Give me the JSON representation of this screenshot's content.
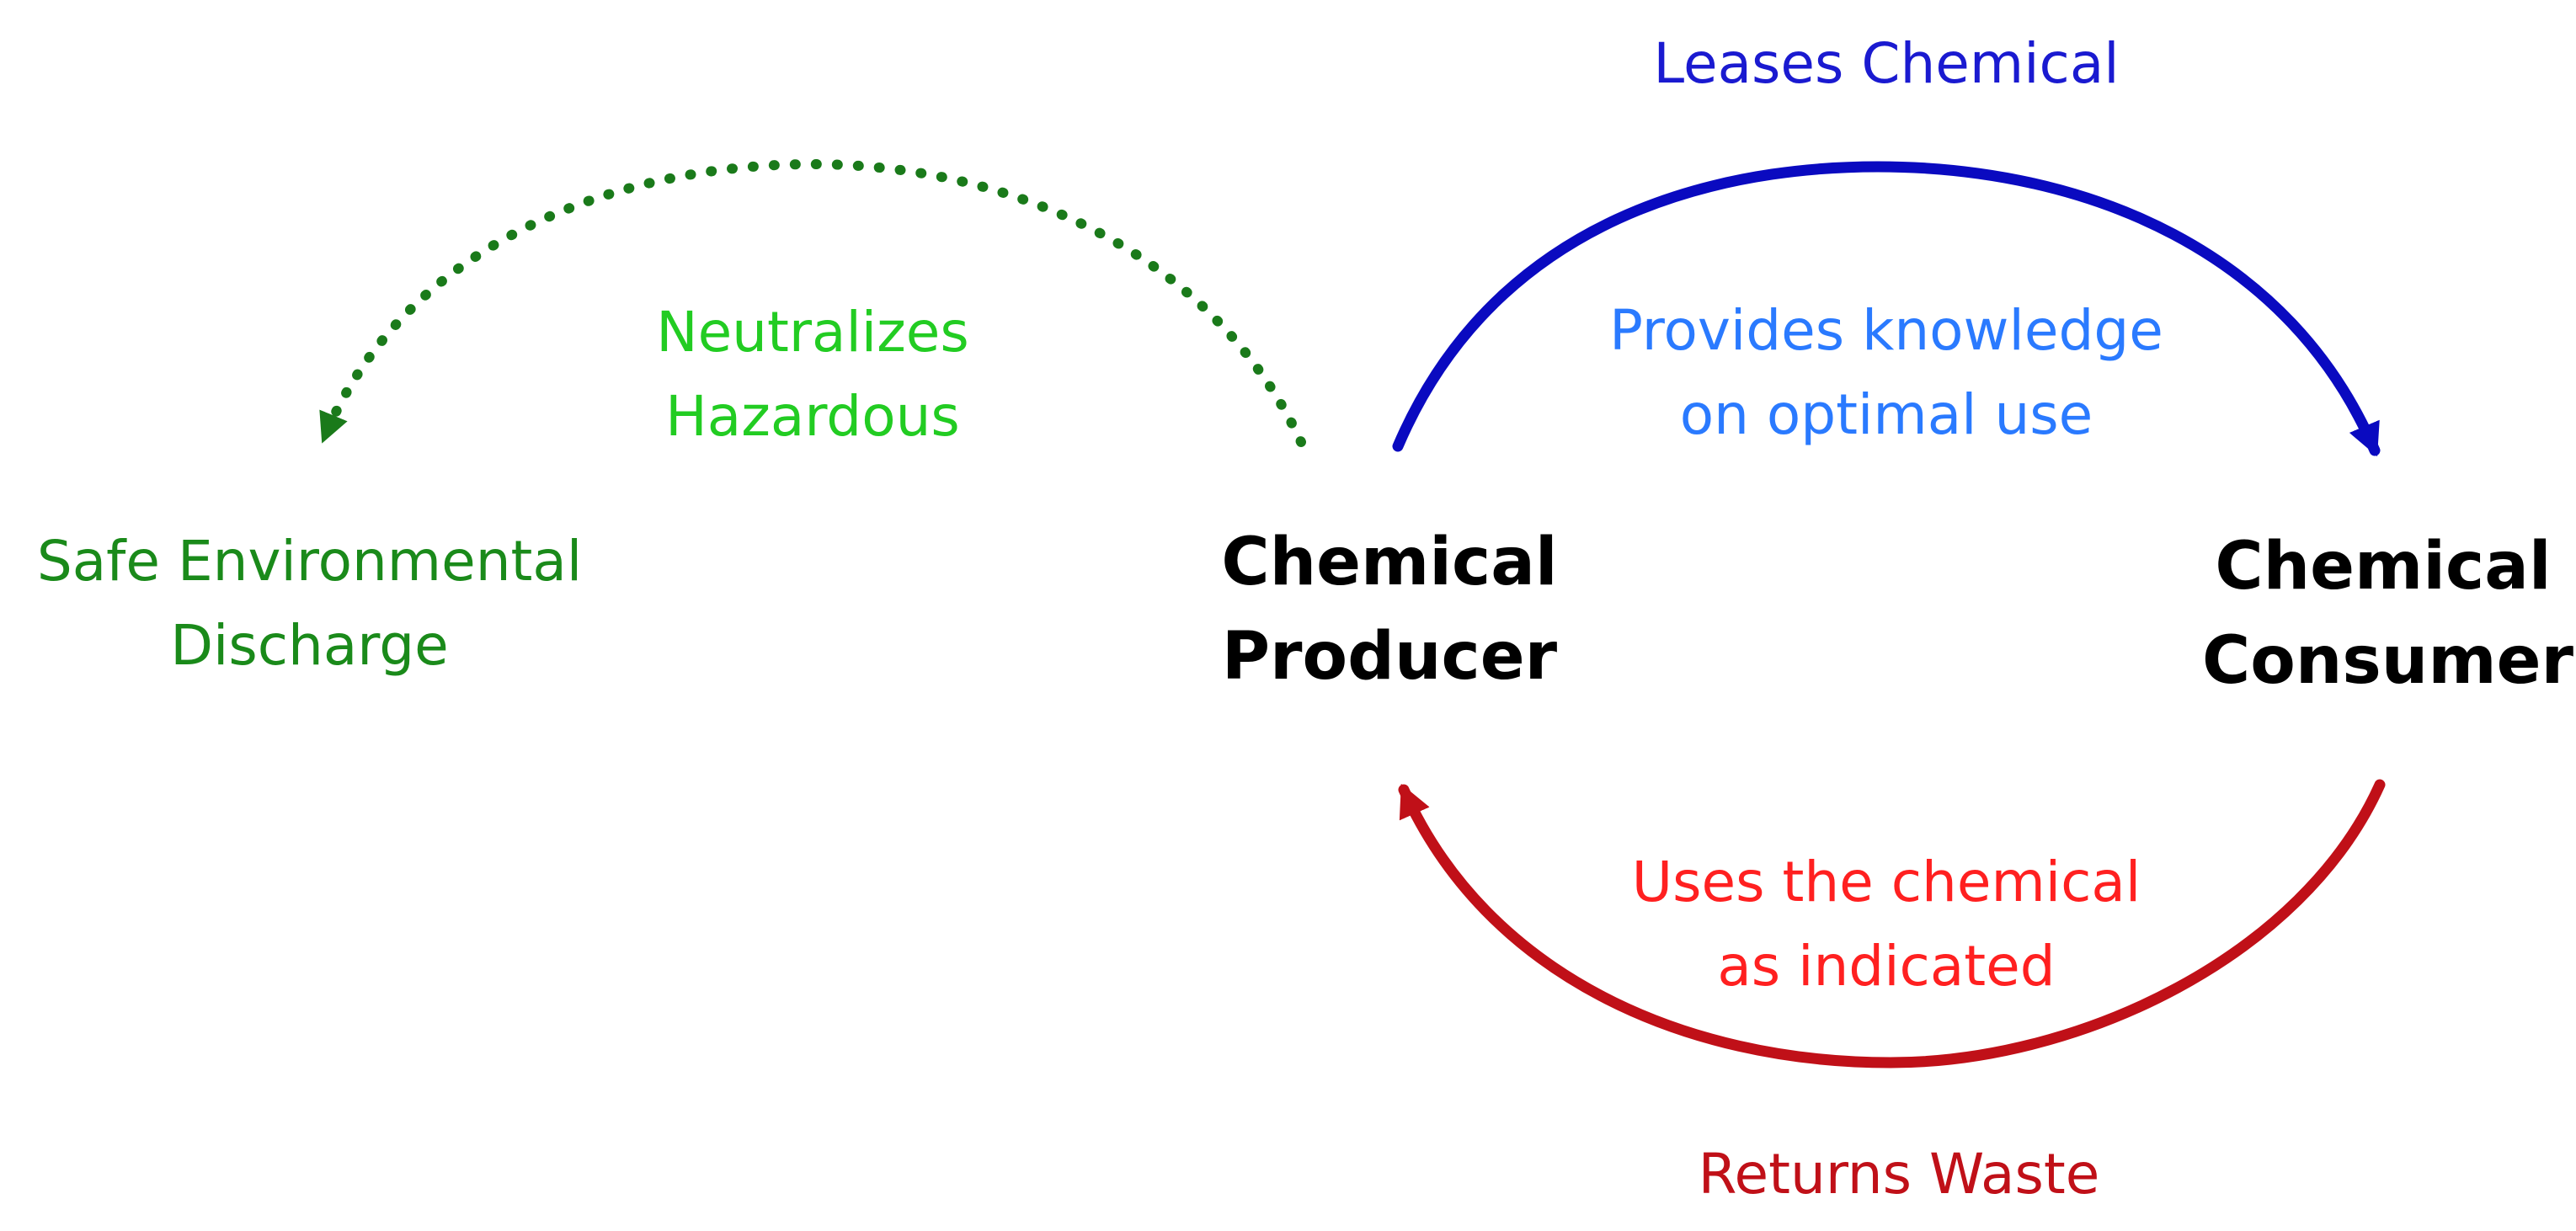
{
  "nodes": {
    "producer": {
      "line1": "Chemical",
      "line2": "Producer"
    },
    "consumer": {
      "line1": "Chemical",
      "line2": "Consumer"
    },
    "discharge": {
      "line1": "Safe Environmental",
      "line2": "Discharge"
    }
  },
  "edges": {
    "leases": {
      "title": "Leases Chemical",
      "note1": "Provides knowledge",
      "note2": "on optimal use"
    },
    "returns": {
      "title": "Returns Waste",
      "note1": "Uses the chemical",
      "note2": "as indicated"
    },
    "neutralizes": {
      "line1": "Neutralizes",
      "line2": "Hazardous"
    }
  },
  "colors": {
    "node_text": "#000000",
    "leases_arrow": "#0a0ac0",
    "leases_title": "#1a1ad0",
    "leases_note": "#2a7aff",
    "returns_arrow": "#c01018",
    "returns_title": "#c01018",
    "returns_note": "#ff2020",
    "neutralize_arrow": "#1a7a1a",
    "neutralize_note": "#22cc22",
    "discharge_text": "#1a8a1a"
  }
}
